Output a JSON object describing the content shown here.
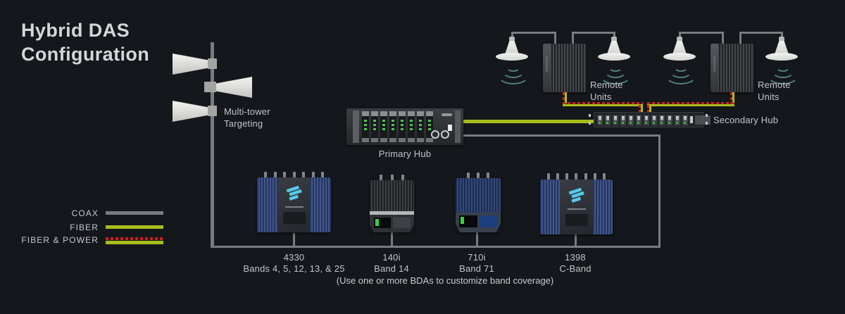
{
  "title": "Hybrid DAS Configuration",
  "tower": {
    "label": "Multi-tower Targeting"
  },
  "legend": {
    "coax_label": "COAX",
    "fiber_label": "FIBER",
    "fiber_power_label": "FIBER & POWER"
  },
  "hubs": {
    "primary": "Primary Hub",
    "secondary": "Secondary Hub"
  },
  "remote_groups": [
    {
      "label": "Remote Units"
    },
    {
      "label": "Remote Units"
    }
  ],
  "bdas": [
    {
      "name": "4330",
      "bands": "Bands 4, 5, 12, 13, & 25"
    },
    {
      "name": "140i",
      "bands": "Band 14"
    },
    {
      "name": "710i",
      "bands": "Band 71"
    },
    {
      "name": "1398",
      "bands": "C-Band"
    }
  ],
  "caption": "(Use one or more BDAs to customize band coverage)",
  "colors": {
    "background": "#14171c",
    "coax": "#787c82",
    "fiber": "#a9bd1c",
    "power_red": "#d2201c",
    "logo_cyan": "#58c9e9"
  }
}
